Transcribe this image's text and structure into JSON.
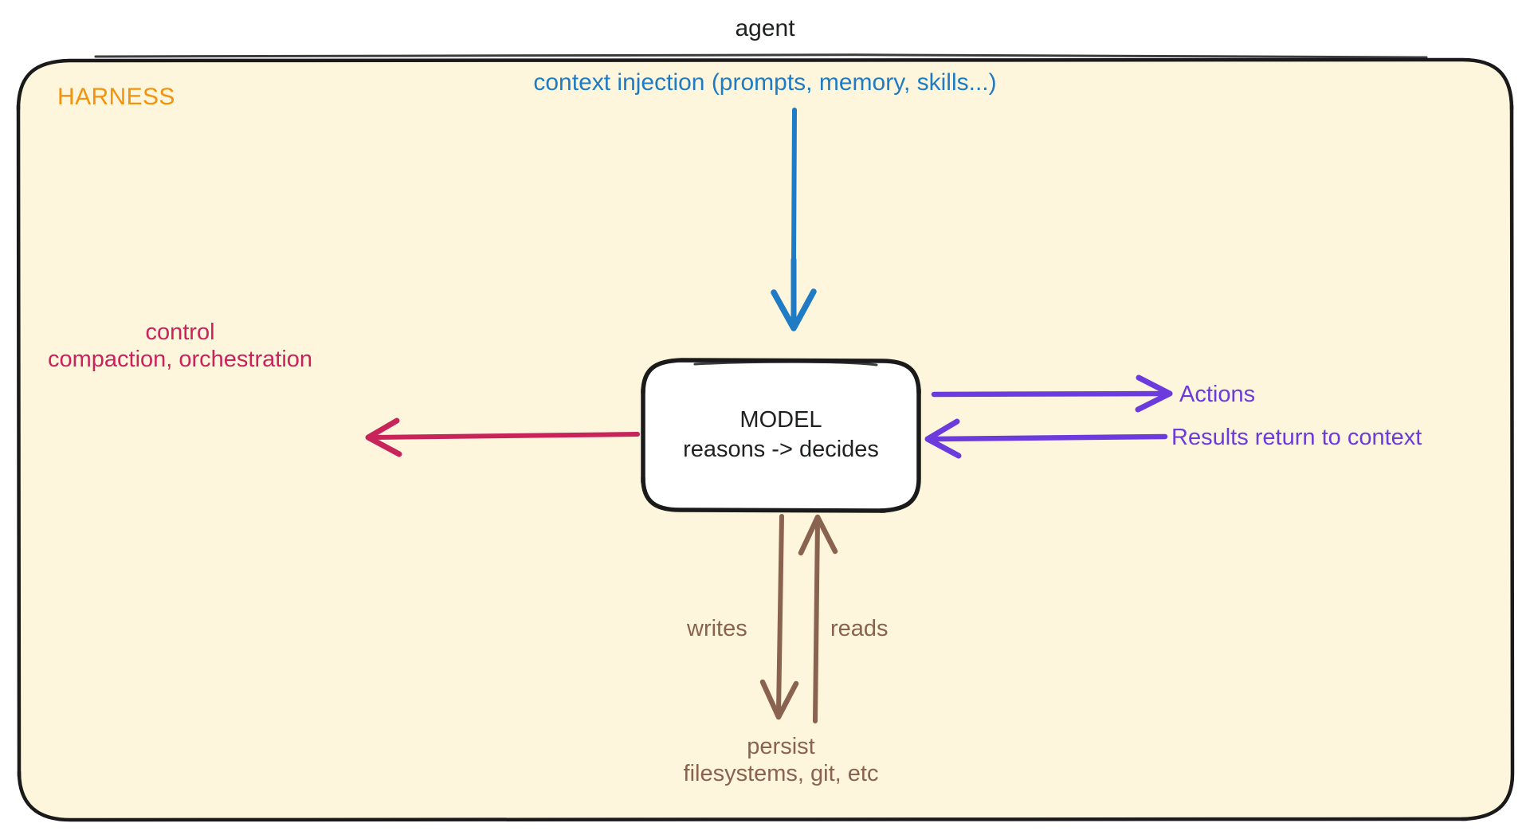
{
  "diagram": {
    "title": "agent",
    "container": {
      "label": "HARNESS",
      "label_color": "#f2920d",
      "fill": "#fdf6dc",
      "stroke": "#1a1a1a"
    },
    "node": {
      "name": "MODEL",
      "line1": "MODEL",
      "line2": "reasons -> decides",
      "fill": "#ffffff",
      "stroke": "#1a1a1a"
    },
    "edges": {
      "context_injection": {
        "label": "context injection (prompts, memory, skills...)",
        "color": "#1f7bc4",
        "direction": "down-into-model"
      },
      "control": {
        "line1": "control",
        "line2": "compaction, orchestration",
        "color": "#c9235c",
        "direction": "model-to-left"
      },
      "actions": {
        "label": "Actions",
        "color": "#6c3bdd",
        "direction": "model-to-right"
      },
      "results": {
        "label": "Results return to context",
        "color": "#6c3bdd",
        "direction": "right-to-model"
      },
      "writes": {
        "label": "writes",
        "color": "#8a6250",
        "direction": "model-to-persist"
      },
      "reads": {
        "label": "reads",
        "color": "#8a6250",
        "direction": "persist-to-model"
      }
    },
    "persist": {
      "line1": "persist",
      "line2": "filesystems, git, etc",
      "color": "#8a6250"
    }
  }
}
